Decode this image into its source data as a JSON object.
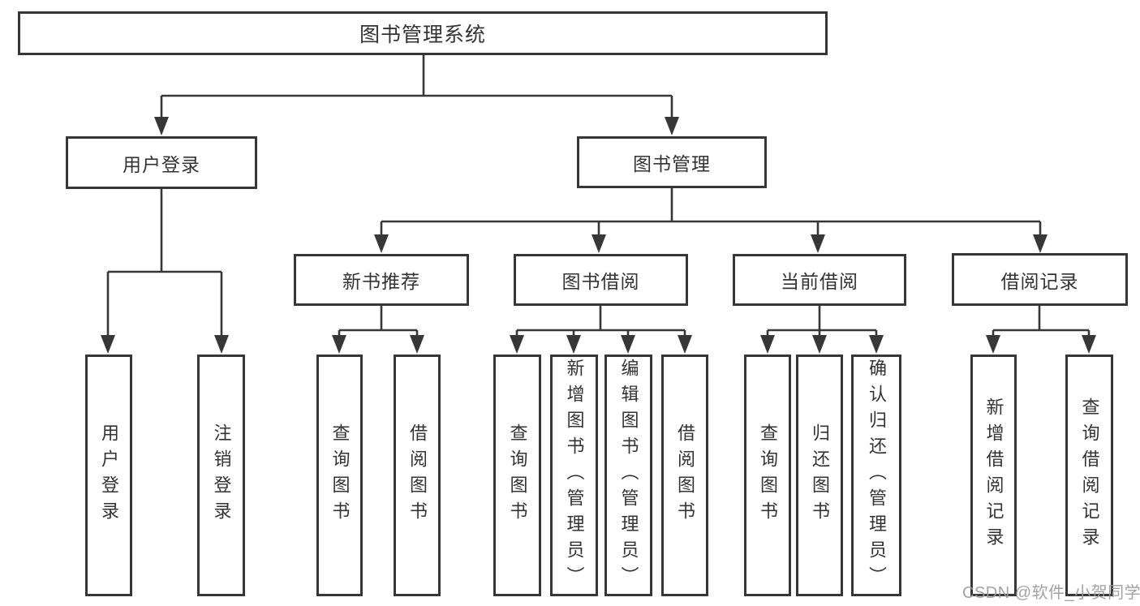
{
  "diagram": {
    "title": "图书管理系统",
    "nodes": {
      "root": "图书管理系统",
      "user_login": "用户登录",
      "book_mgmt": "图书管理",
      "new_book": "新书推荐",
      "book_borrow": "图书借阅",
      "current_borrow": "当前借阅",
      "borrow_record": "借阅记录"
    },
    "leaves": {
      "user_login": [
        "用户登录",
        "注销登录"
      ],
      "new_book": [
        "查询图书",
        "借阅图书"
      ],
      "book_borrow": [
        "查询图书",
        "新增图书（管理员）",
        "编辑图书（管理员）",
        "借阅图书"
      ],
      "current_borrow": [
        "查询图书",
        "归还图书",
        "确认归还（管理员）"
      ],
      "borrow_record": [
        "新增借阅记录",
        "查询借阅记录"
      ]
    }
  },
  "watermark": "CSDN @软件_小贺同学",
  "colors": {
    "line": "#373737",
    "text": "#333333",
    "watermark_text": "#9b9b9b",
    "background": "#ffffff"
  }
}
